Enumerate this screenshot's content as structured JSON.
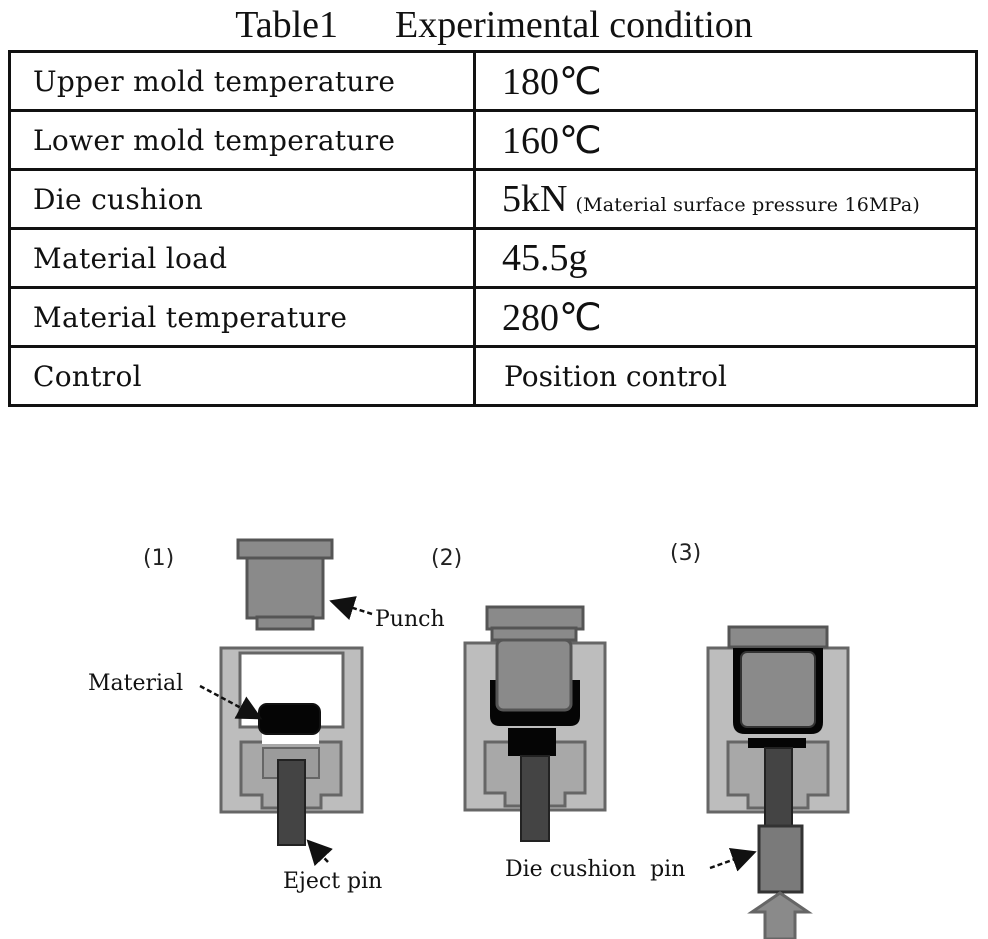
{
  "table": {
    "caption": "Table1      Experimental condition",
    "rows": [
      {
        "label": "Upper mold temperature",
        "value": "180℃",
        "note": ""
      },
      {
        "label": "Lower mold temperature",
        "value": "160℃",
        "note": ""
      },
      {
        "label": "Die cushion",
        "value": "5kN",
        "note": "(Material surface pressure 16MPa)"
      },
      {
        "label": "Material load",
        "value": "45.5g",
        "note": ""
      },
      {
        "label": "Material temperature",
        "value": "280℃",
        "note": ""
      },
      {
        "label": "Control",
        "value": "Position control",
        "note": ""
      }
    ]
  },
  "diagram": {
    "steps": [
      "(1)",
      "(2)",
      "(3)"
    ],
    "labels": {
      "punch": "Punch",
      "material": "Material",
      "eject_pin": "Eject pin",
      "die_cushion_pin": "Die cushion  pin"
    }
  }
}
